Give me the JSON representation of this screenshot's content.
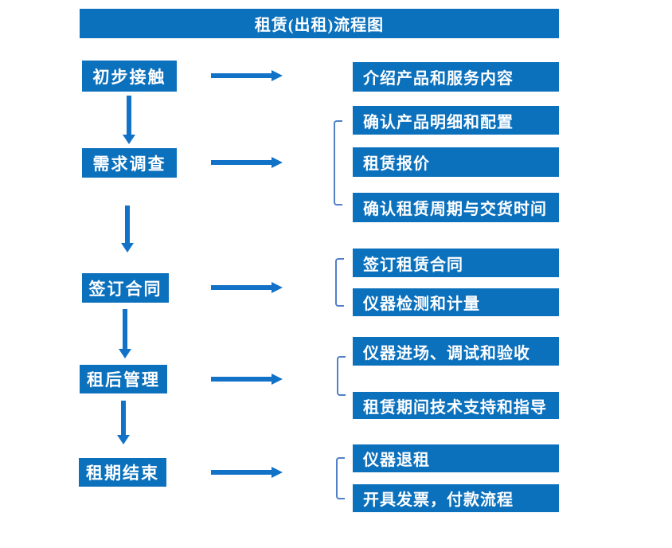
{
  "title": "租赁(出租)流程图",
  "colors": {
    "box_blue": "#0C71BD",
    "arrow_blue": "#1272C8",
    "bracket_blue": "#5080C8",
    "text_white": "#FFFFFF"
  },
  "steps": [
    {
      "label": "初步接触",
      "details": [
        "介绍产品和服务内容"
      ]
    },
    {
      "label": "需求调查",
      "details": [
        "确认产品明细和配置",
        "租赁报价",
        "确认租赁周期与交货时间"
      ]
    },
    {
      "label": "签订合同",
      "details": [
        "签订租赁合同",
        "仪器检测和计量"
      ]
    },
    {
      "label": "租后管理",
      "details": [
        "仪器进场、调试和验收",
        "租赁期间技术支持和指导"
      ]
    },
    {
      "label": "租期结束",
      "details": [
        "仪器退租",
        "开具发票，付款流程"
      ]
    }
  ]
}
